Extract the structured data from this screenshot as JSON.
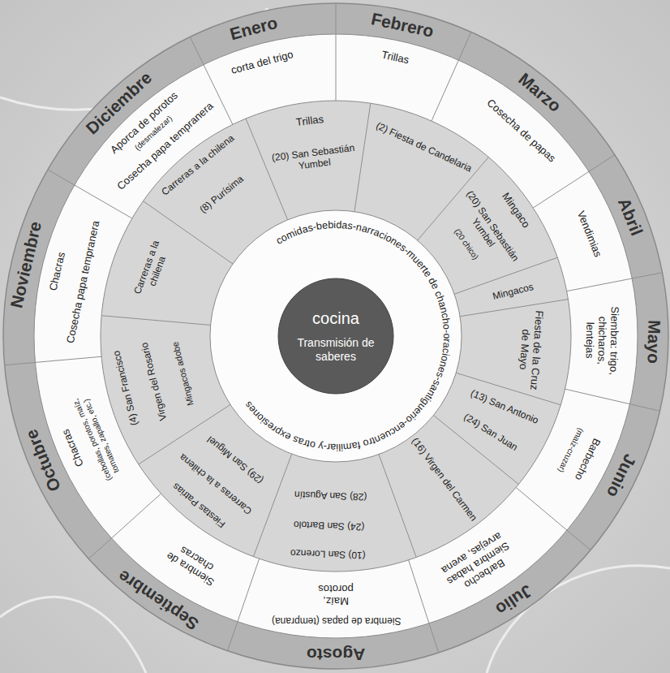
{
  "diagram": {
    "nodes": [
      {
        "text": [
          "cocina",
          "Transmisión de saberes"
        ]
      }
    ],
    "labels": [
      "Enero",
      "corta del trigo",
      "Trillas",
      "(20) San Sebastián Yumbel",
      "Febrero",
      "Trillas",
      "(2) Fiesta de Candelaria",
      "Marzo",
      "Cosecha de papas",
      "Mingaco",
      "(20) San Sebastián Yumbel",
      "(20 chico)",
      "Abril",
      "Vendimias",
      "Mingacos",
      "Mayo",
      "Siembra: trigo, chicharos, lentejas",
      "Fiesta de la Cruz de Mayo",
      "Junio",
      "Barbecho",
      "(maíz-cruzar)",
      "(13) San Antonio",
      "(24) San Juan",
      "Julio",
      "Barbecho Siembra habas arvejas, avena",
      "(16) Virgen del Carmen",
      "Agosto",
      "Siembra de papas (temprana)",
      "Maíz, porotos",
      "(10) San Lorenzo",
      "(24) San Bartolo",
      "(28) San Agustín",
      "Septiembre",
      "Siembra de chacras",
      "Fiestas Patrias",
      "Carreras a la chilena",
      "(29) San Miguel",
      "Octubre",
      "Chacras",
      "(cebollas, porotos, maíz, tomates, zapallo, etc.)",
      "(4) San Francisco",
      "Virgen del Rosario",
      "Mingacos adobe",
      "Noviembre",
      "Chacras",
      "Cosecha papa tempranera",
      "Carreras a la chilena",
      "Diciembre",
      "Aporca de porotos",
      "(desmalezar)",
      "Cosecha papa tempranera",
      "Carreras a la chilena",
      "(8) Purísima",
      "comidas-bebidas-narraciones-muerte de chancho-oraciones-santiguerio-encuentro familiar-y otras expresiones"
    ]
  }
}
